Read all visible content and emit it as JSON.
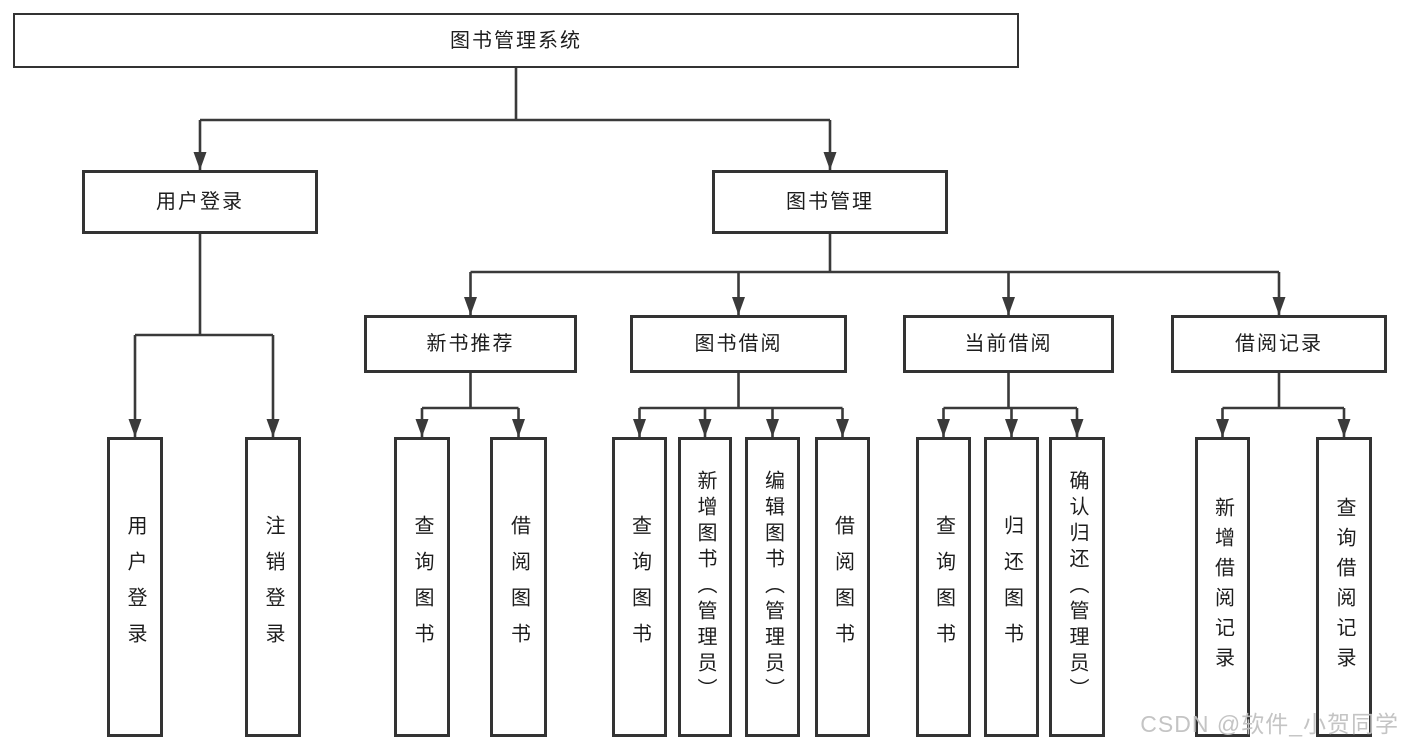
{
  "tree": {
    "root": {
      "label": "图书管理系统"
    },
    "l2": [
      {
        "label": "用户登录"
      },
      {
        "label": "图书管理"
      }
    ],
    "l3": [
      {
        "label": "新书推荐"
      },
      {
        "label": "图书借阅"
      },
      {
        "label": "当前借阅"
      },
      {
        "label": "借阅记录"
      }
    ],
    "leaves": {
      "user": [
        {
          "label": "用户登录"
        },
        {
          "label": "注销登录"
        }
      ],
      "recommend": [
        {
          "label": "查询图书"
        },
        {
          "label": "借阅图书"
        }
      ],
      "borrow": [
        {
          "label": "查询图书"
        },
        {
          "label": "新增图书（管理员）"
        },
        {
          "label": "编辑图书（管理员）"
        },
        {
          "label": "借阅图书"
        }
      ],
      "current": [
        {
          "label": "查询图书"
        },
        {
          "label": "归还图书"
        },
        {
          "label": "确认归还（管理员）"
        }
      ],
      "records": [
        {
          "label": "新增借阅记录"
        },
        {
          "label": "查询借阅记录"
        }
      ]
    }
  },
  "watermark": {
    "text": "CSDN @软件_小贺同学"
  },
  "colors": {
    "background": "#ffffff",
    "line": "#3a3a3a",
    "box_border": "#333333",
    "text": "#1d1d1d",
    "watermark": "#c1c1c1"
  }
}
